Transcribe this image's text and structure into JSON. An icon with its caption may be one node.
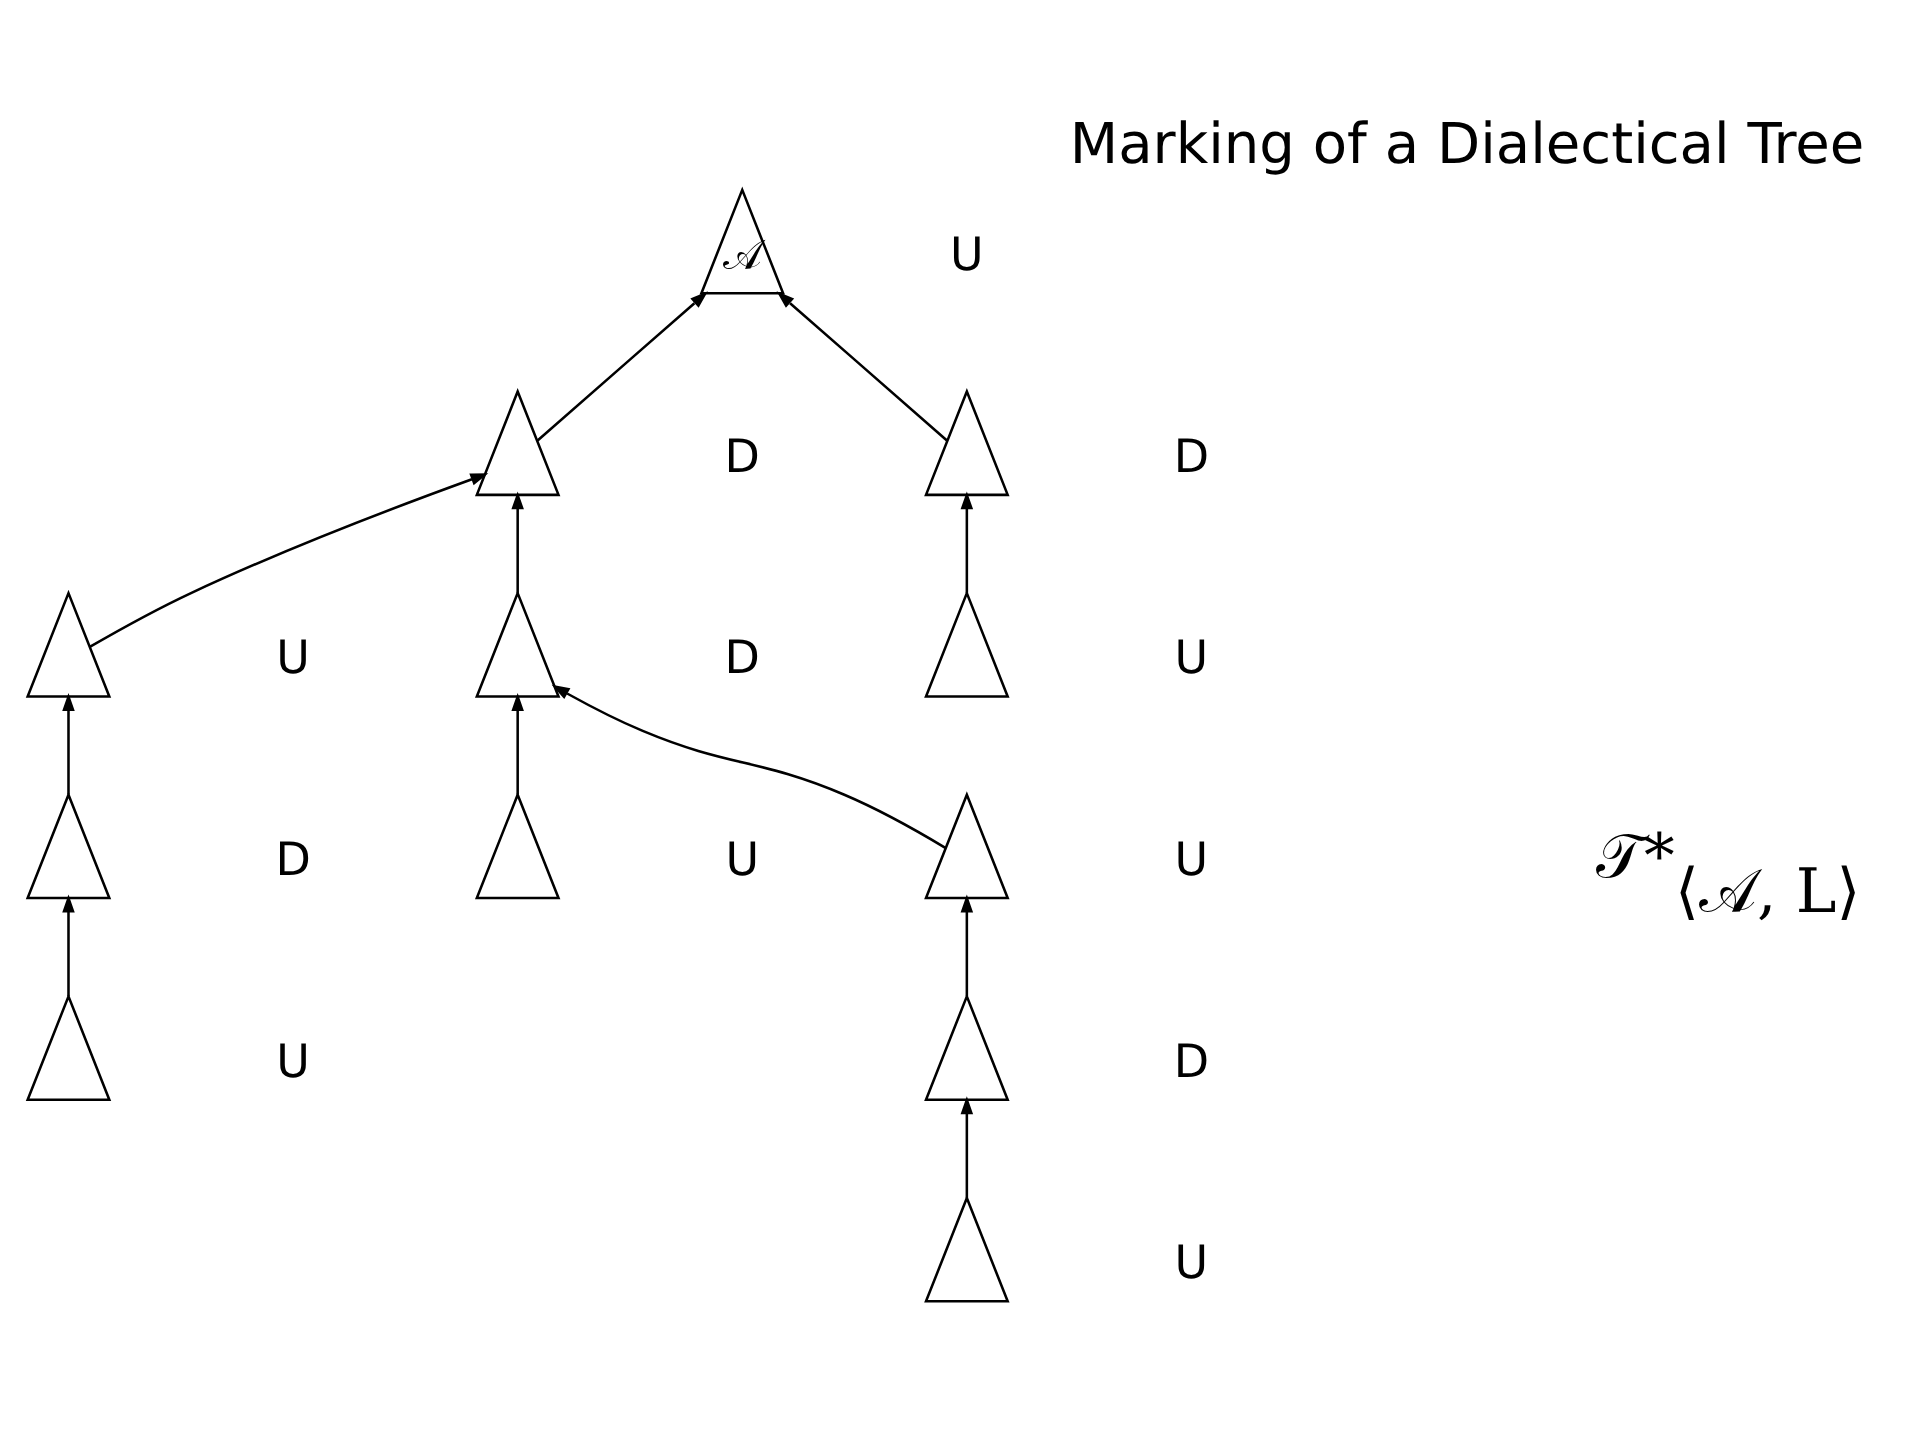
{
  "diagram": {
    "title": "Marking of a Dialectical Tree",
    "nodes": [
      {
        "text": [
          "𝒜"
        ],
        "beside": [
          "U"
        ]
      },
      {
        "text": [],
        "shape": "triangle",
        "beside": [
          "D"
        ]
      },
      {
        "text": [],
        "shape": "triangle",
        "beside": [
          "D"
        ]
      },
      {
        "text": [],
        "shape": "triangle",
        "beside": [
          "U"
        ]
      },
      {
        "text": [],
        "shape": "triangle",
        "beside": [
          "D"
        ]
      },
      {
        "text": [],
        "shape": "triangle",
        "beside": [
          "U"
        ]
      },
      {
        "text": [],
        "shape": "triangle",
        "beside": [
          "D"
        ]
      },
      {
        "text": [],
        "shape": "triangle",
        "beside": [
          "U"
        ]
      },
      {
        "text": [],
        "shape": "triangle",
        "beside": [
          "U"
        ]
      },
      {
        "text": [],
        "shape": "triangle",
        "beside": [
          "U"
        ]
      },
      {
        "text": [],
        "shape": "triangle",
        "beside": [
          "D"
        ]
      },
      {
        "text": [],
        "shape": "triangle",
        "beside": [
          "U"
        ]
      }
    ],
    "edges": [
      {
        "from": 1,
        "to": 0,
        "arrow": "to"
      },
      {
        "from": 2,
        "to": 0,
        "arrow": "to"
      },
      {
        "from": 3,
        "to": 1,
        "arrow": "to"
      },
      {
        "from": 4,
        "to": 1,
        "arrow": "to"
      },
      {
        "from": 5,
        "to": 2,
        "arrow": "to"
      },
      {
        "from": 6,
        "to": 3,
        "arrow": "to"
      },
      {
        "from": 7,
        "to": 4,
        "arrow": "to"
      },
      {
        "from": 8,
        "to": 4,
        "arrow": "to"
      },
      {
        "from": 9,
        "to": 6,
        "arrow": "to"
      },
      {
        "from": 10,
        "to": 8,
        "arrow": "to"
      },
      {
        "from": 11,
        "to": 10,
        "arrow": "to"
      }
    ],
    "labels": [
      "𝒯*$_{⟨𝒜, L⟩}$"
    ]
  }
}
